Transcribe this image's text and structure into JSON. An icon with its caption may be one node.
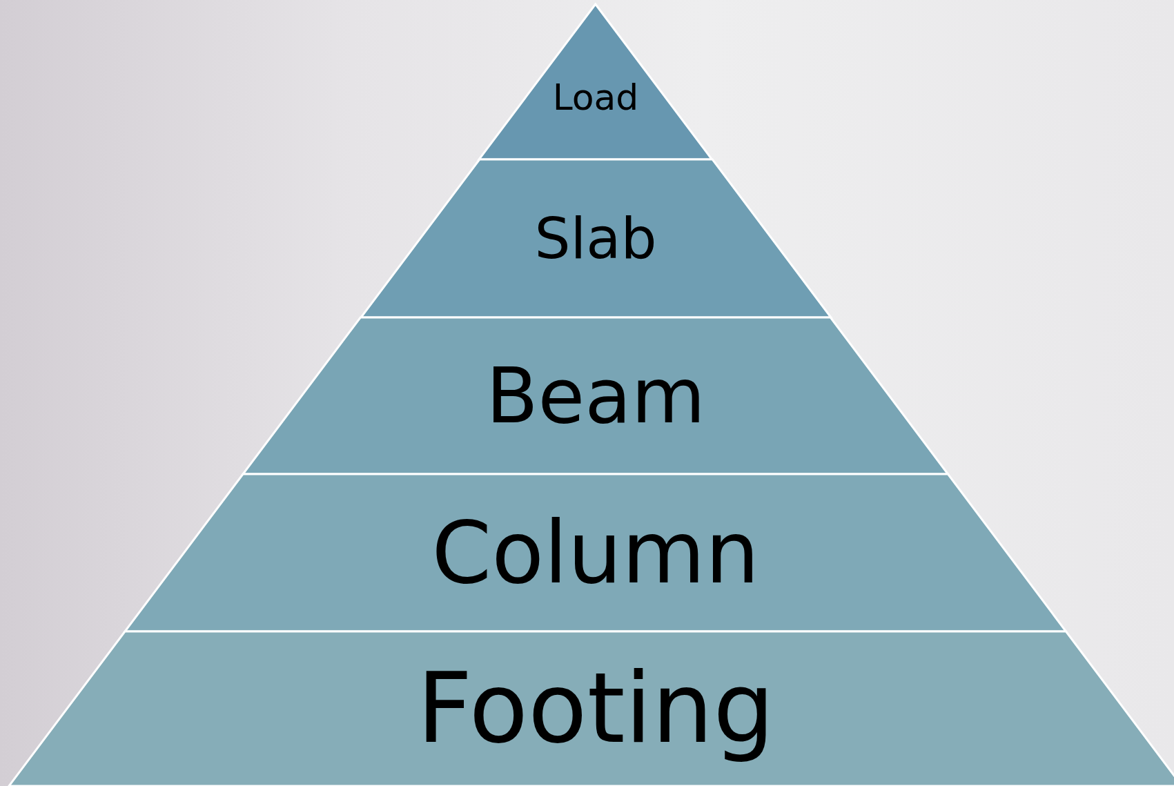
{
  "diagram": {
    "nodes": [
      {
        "text": [
          "Load"
        ]
      },
      {
        "text": [
          "Slab"
        ]
      },
      {
        "text": [
          "Beam"
        ]
      },
      {
        "text": [
          "Column"
        ]
      },
      {
        "text": [
          "Footing"
        ]
      }
    ]
  }
}
